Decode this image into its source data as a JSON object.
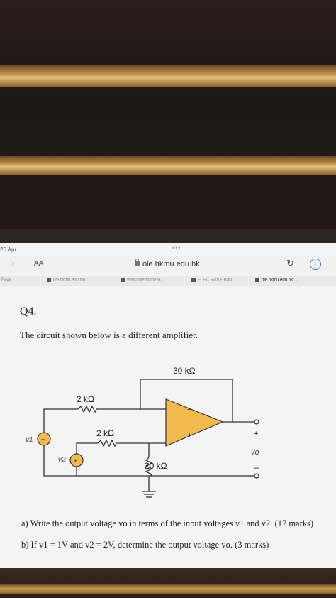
{
  "status_bar": {
    "date": "26 Apr"
  },
  "browser": {
    "reader_label": "AA",
    "url": "ole.hkmu.edu.hk",
    "tabs": [
      {
        "label": "Page",
        "active": false
      },
      {
        "label": "ole.hkmu.edu.hk/...",
        "active": false
      },
      {
        "label": "Welcome to the H...",
        "active": false
      },
      {
        "label": "ELEC S201F Basi...",
        "active": false
      },
      {
        "label": "ole.hkmu.edu.hk/...",
        "active": true
      }
    ]
  },
  "question": {
    "number": "Q4.",
    "prompt": "The circuit shown below is a different amplifier.",
    "circuit": {
      "r_feedback": "30 kΩ",
      "r_input1": "2 kΩ",
      "r_input2": "2 kΩ",
      "r_ground": "20 kΩ",
      "source1": "v1",
      "source2": "v2",
      "output": "vo",
      "plus": "+",
      "minus": "−",
      "out_plus": "+",
      "out_minus": "–"
    },
    "part_a": "a)   Write the output voltage vo in terms of the input voltages v1 and v2.   (17 marks)",
    "part_b": "b)   If v1 = 1V and v2 = 2V, determine the output voltage vo. (3 marks)"
  }
}
